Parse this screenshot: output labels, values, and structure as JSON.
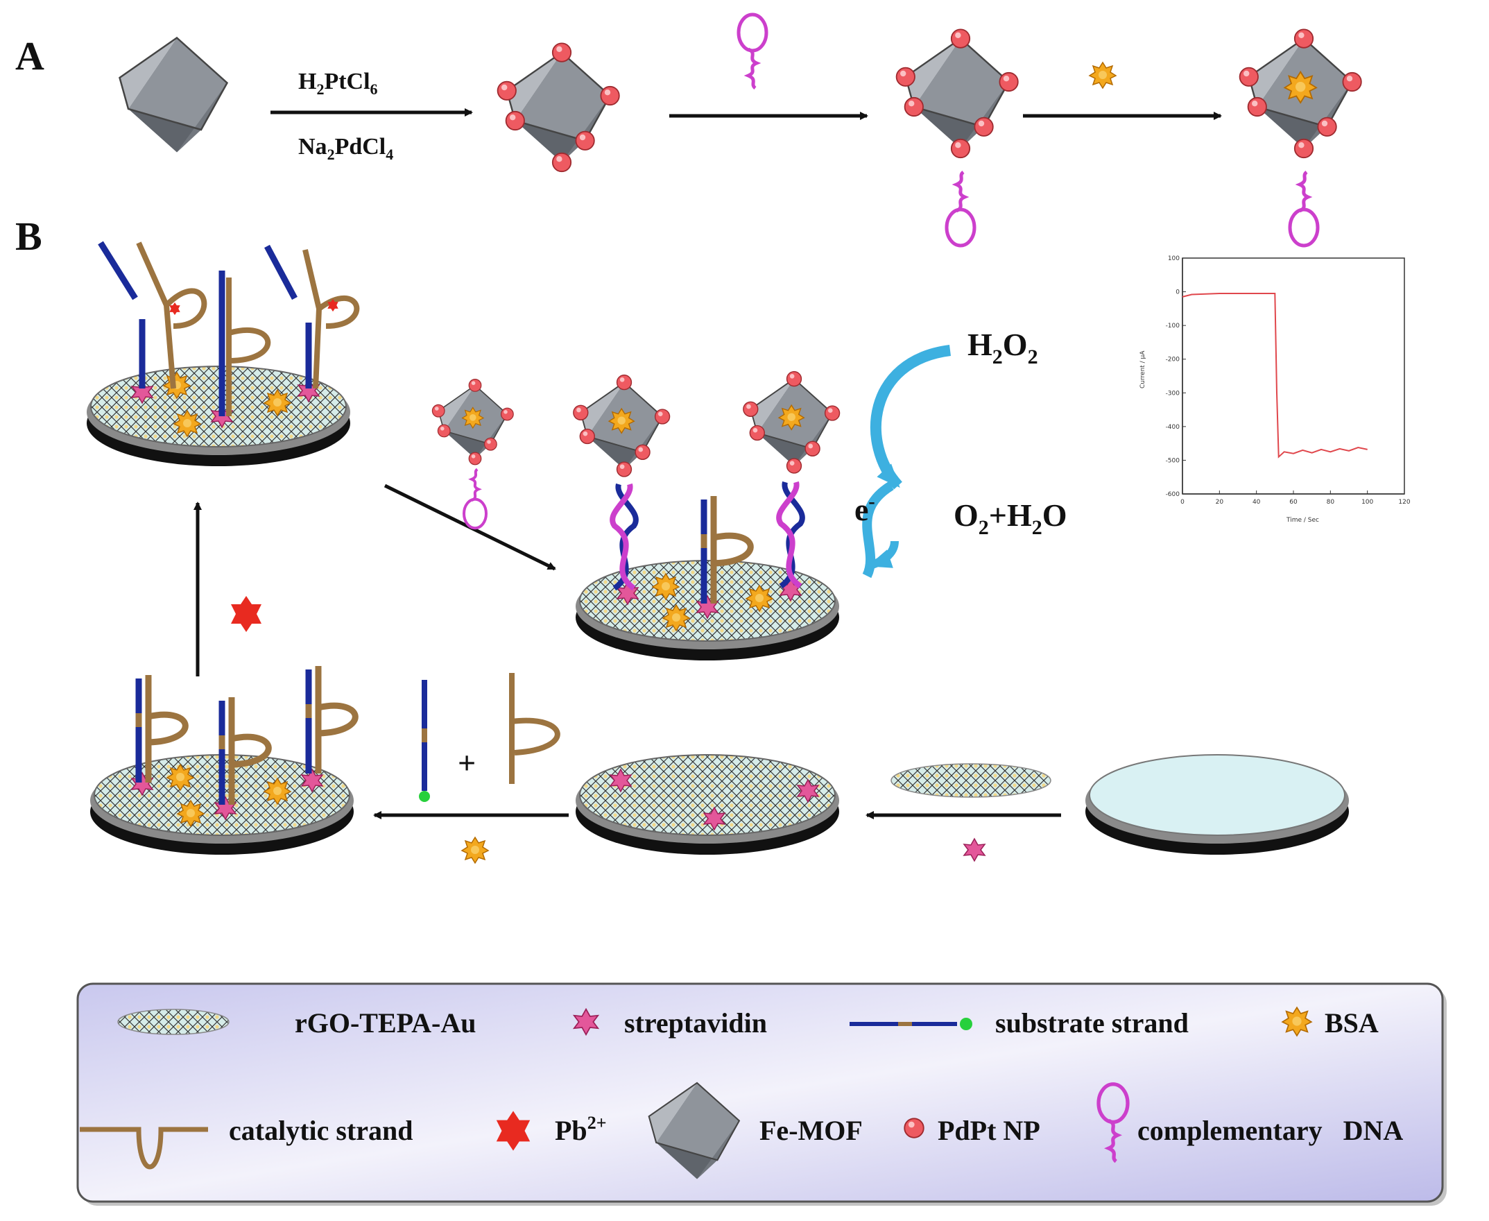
{
  "panels": {
    "a": "A",
    "b": "B"
  },
  "reagents": {
    "top_main": "H",
    "top_sub": "2",
    "top_tail": "PtCl",
    "top_tail_sub": "6",
    "bot_main": "Na",
    "bot_sub": "2",
    "bot_tail": "PdCl",
    "bot_tail_sub": "4"
  },
  "reaction": {
    "h2o2": "H",
    "h2o2_s1": "2",
    "h2o2_o": "O",
    "h2o2_s2": "2",
    "products_o": "O",
    "products_s1": "2",
    "products_rest": "+H",
    "products_s2": "2",
    "products_o2": "O",
    "electron": "e",
    "electron_sup": "-"
  },
  "plus": "+",
  "inset_chart": {
    "ylabel": "Current / µA",
    "xlabel": "Time / Sec",
    "yticks": [
      "100",
      "0",
      "-100",
      "-200",
      "-300",
      "-400",
      "-500",
      "-600"
    ],
    "xticks": [
      "0",
      "20",
      "40",
      "60",
      "80",
      "100",
      "120"
    ]
  },
  "chart_data": {
    "type": "line",
    "title": "",
    "xlabel": "Time / Sec",
    "ylabel": "Current / µA",
    "xlim": [
      0,
      120
    ],
    "ylim": [
      -600,
      100
    ],
    "series": [
      {
        "x": [
          0,
          5,
          20,
          40,
          50,
          51,
          52,
          55,
          60,
          65,
          70,
          75,
          80,
          85,
          90,
          95,
          100
        ],
        "y": [
          -15,
          -8,
          -5,
          -5,
          -5,
          -300,
          -490,
          -475,
          -480,
          -470,
          -478,
          -468,
          -475,
          -466,
          -472,
          -462,
          -468
        ]
      }
    ],
    "grid": false
  },
  "legend": {
    "items": [
      {
        "label": "rGO-TEPA-Au",
        "icon": "rgo-sheet"
      },
      {
        "label": "streptavidin",
        "icon": "streptavidin"
      },
      {
        "label": "substrate strand",
        "icon": "substrate-strand"
      },
      {
        "label": "BSA",
        "icon": "bsa"
      },
      {
        "label": "catalytic strand",
        "icon": "catalytic-strand"
      },
      {
        "label": "Pb",
        "sup": "2+",
        "icon": "pb-ion"
      },
      {
        "label": "Fe-MOF",
        "icon": "fe-mof"
      },
      {
        "label": "PdPt NP",
        "icon": "pdpt-np"
      },
      {
        "label": "complementary   DNA",
        "icon": "hairpin-dna"
      }
    ]
  },
  "colors": {
    "mof": "#8a8f97",
    "np": "#f25d63",
    "hairpin": "#cc3fcc",
    "strand_blue": "#1a2b9a",
    "catalytic": "#9c7440",
    "bsa": "#f2a21b",
    "strep": "#e0528a",
    "pb": "#e8231e",
    "electrode_top": "#dcefee",
    "arrow_blue": "#3db0e0"
  }
}
